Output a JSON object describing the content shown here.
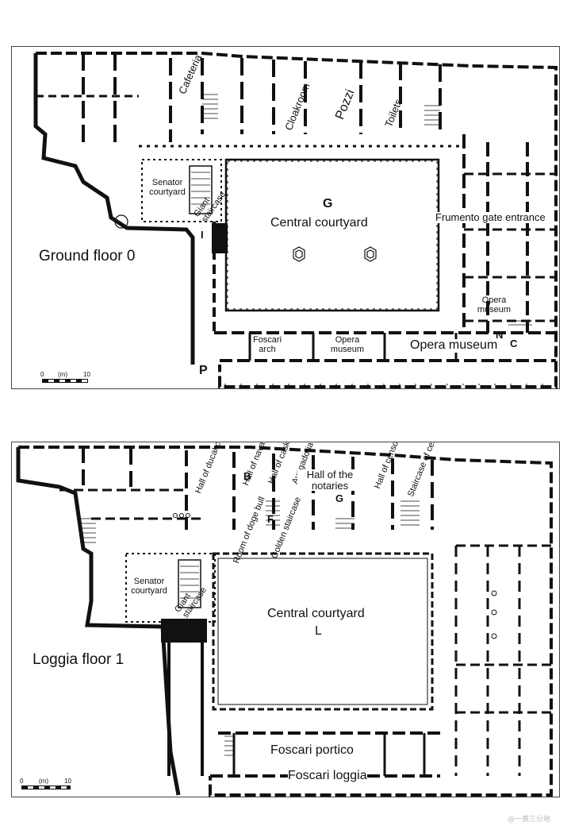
{
  "floor0": {
    "title": "Ground floor 0",
    "rooms": {
      "cafeteria": "Cafeteria",
      "cloakroom": "Cloakroom",
      "pozzi": "Pozzi",
      "toilets": "Toilets",
      "senator_courtyard": "Senator courtyard",
      "giant_staircase": "Giant staircase",
      "courtyard_letter": "G",
      "central_courtyard": "Central courtyard",
      "frumento_gate": "Frumento gate entrance",
      "opera_museum_small": "Opera museum",
      "foscari_arch": "Foscari arch",
      "opera_museum_mid": "Opera museum",
      "opera_museum_large": "Opera museum",
      "marker_I": "I",
      "marker_P": "P",
      "marker_N": "N",
      "marker_C": "C"
    },
    "scale": {
      "zero": "0",
      "unit": "(m)",
      "ten": "10"
    }
  },
  "floor1": {
    "title": "Loggia floor 1",
    "rooms": {
      "ducal_chancellery": "Hall of ducal chancellery",
      "naval_militia": "Hall of naval militia",
      "casket": "Hall of casket",
      "avogadoria": "Avogadoria",
      "notaries": "Hall of the notaries",
      "censors": "Hall of censors",
      "staircase_censors": "Staircase of censors",
      "doge_bull": "Room of doge bull",
      "golden_staircase": "Golden staircase",
      "senator_courtyard": "Senator courtyard",
      "giant_staircase": "Giant staircase",
      "central_courtyard": "Central courtyard",
      "courtyard_letter": "L",
      "foscari_portico": "Foscari portico",
      "foscari_loggia": "Foscari loggia",
      "marker_B": "B",
      "marker_F": "F",
      "marker_G": "G"
    },
    "scale": {
      "zero": "0",
      "unit": "(m)",
      "ten": "10"
    }
  },
  "watermark": "@一蓑三分地"
}
